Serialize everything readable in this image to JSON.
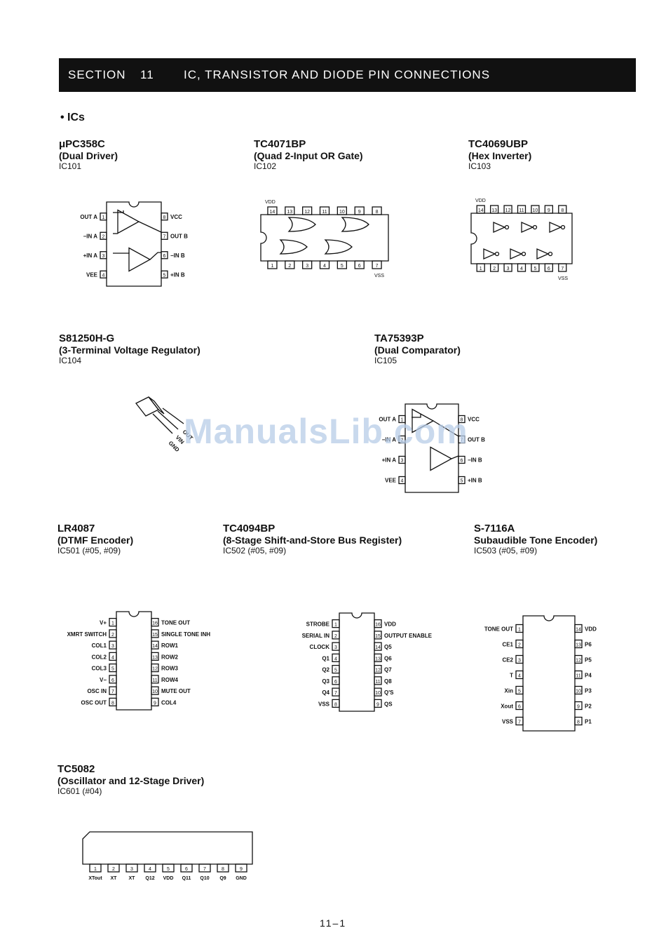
{
  "header": {
    "section": "SECTION",
    "number": "11",
    "title": "IC, TRANSISTOR AND DIODE PIN CONNECTIONS"
  },
  "bullet": "• ICs",
  "parts": {
    "ic101": {
      "name": "μPC358C",
      "desc": "(Dual Driver)",
      "ref": "IC101",
      "left_pins": [
        "OUT A",
        "−IN A",
        "+IN A",
        "VEE"
      ],
      "right_pins": [
        "VCC",
        "OUT B",
        "−IN B",
        "+IN B"
      ],
      "left_nums": [
        "1",
        "2",
        "3",
        "4"
      ],
      "right_nums": [
        "8",
        "7",
        "6",
        "5"
      ]
    },
    "ic102": {
      "name": "TC4071BP",
      "desc": "(Quad 2-Input OR Gate)",
      "ref": "IC102",
      "top_nums": [
        "14",
        "13",
        "12",
        "11",
        "10",
        "9",
        "8"
      ],
      "bottom_nums": [
        "1",
        "2",
        "3",
        "4",
        "5",
        "6",
        "7"
      ],
      "vdd": "VDD",
      "vss": "VSS"
    },
    "ic103": {
      "name": "TC4069UBP",
      "desc": "(Hex Inverter)",
      "ref": "IC103",
      "top_nums": [
        "14",
        "13",
        "12",
        "11",
        "10",
        "9",
        "8"
      ],
      "bottom_nums": [
        "1",
        "2",
        "3",
        "4",
        "5",
        "6",
        "7"
      ],
      "vdd": "VDD",
      "vss": "VSS"
    },
    "ic104": {
      "name": "S81250H-G",
      "desc": "(3-Terminal Voltage Regulator)",
      "ref": "IC104",
      "leads": [
        "GND",
        "VIN",
        "OUT"
      ]
    },
    "ic105": {
      "name": "TA75393P",
      "desc": "(Dual Comparator)",
      "ref": "IC105",
      "left_pins": [
        "OUT A",
        "−IN A",
        "+IN A",
        "VEE"
      ],
      "right_pins": [
        "VCC",
        "OUT B",
        "−IN B",
        "+IN B"
      ],
      "left_nums": [
        "1",
        "2",
        "3",
        "4"
      ],
      "right_nums": [
        "8",
        "7",
        "6",
        "5"
      ]
    },
    "ic501": {
      "name": "LR4087",
      "desc": "(DTMF Encoder)",
      "ref": "IC501 (#05, #09)",
      "left_pins": [
        "V+",
        "XMRT SWITCH",
        "COL1",
        "COL2",
        "COL3",
        "V−",
        "OSC IN",
        "OSC OUT"
      ],
      "right_pins": [
        "TONE OUT",
        "SINGLE TONE INH",
        "ROW1",
        "ROW2",
        "ROW3",
        "ROW4",
        "MUTE OUT",
        "COL4"
      ],
      "left_nums": [
        "1",
        "2",
        "3",
        "4",
        "5",
        "6",
        "7",
        "8"
      ],
      "right_nums": [
        "16",
        "15",
        "14",
        "13",
        "12",
        "11",
        "10",
        "9"
      ]
    },
    "ic502": {
      "name": "TC4094BP",
      "desc": "(8-Stage Shift-and-Store Bus Register)",
      "ref": "IC502 (#05, #09)",
      "left_pins": [
        "STROBE",
        "SERIAL IN",
        "CLOCK",
        "Q1",
        "Q2",
        "Q3",
        "Q4",
        "VSS"
      ],
      "right_pins": [
        "VDD",
        "OUTPUT ENABLE",
        "Q5",
        "Q6",
        "Q7",
        "Q8",
        "Q'S",
        "QS"
      ],
      "left_nums": [
        "1",
        "2",
        "3",
        "4",
        "5",
        "6",
        "7",
        "8"
      ],
      "right_nums": [
        "16",
        "15",
        "14",
        "13",
        "12",
        "11",
        "10",
        "9"
      ]
    },
    "ic503": {
      "name": "S-7116A",
      "desc": "Subaudible Tone Encoder)",
      "ref": "IC503 (#05, #09)",
      "left_pins": [
        "TONE OUT",
        "CE1",
        "CE2",
        "T",
        "Xin",
        "Xout",
        "VSS"
      ],
      "right_pins": [
        "VDD",
        "P6",
        "P5",
        "P4",
        "P3",
        "P2",
        "P1"
      ],
      "left_nums": [
        "1",
        "2",
        "3",
        "4",
        "5",
        "6",
        "7"
      ],
      "right_nums": [
        "14",
        "13",
        "12",
        "11",
        "10",
        "9",
        "8"
      ]
    },
    "ic601": {
      "name": "TC5082",
      "desc": "(Oscillator and 12-Stage Driver)",
      "ref": "IC601 (#04)",
      "nums": [
        "1",
        "2",
        "3",
        "4",
        "5",
        "6",
        "7",
        "8",
        "9"
      ],
      "pins": [
        "XTout",
        "XT",
        "XT",
        "Q12",
        "VDD",
        "Q11",
        "Q10",
        "Q9",
        "GND"
      ]
    }
  },
  "watermark": "ManualsLib.com",
  "page_number": "11–1"
}
